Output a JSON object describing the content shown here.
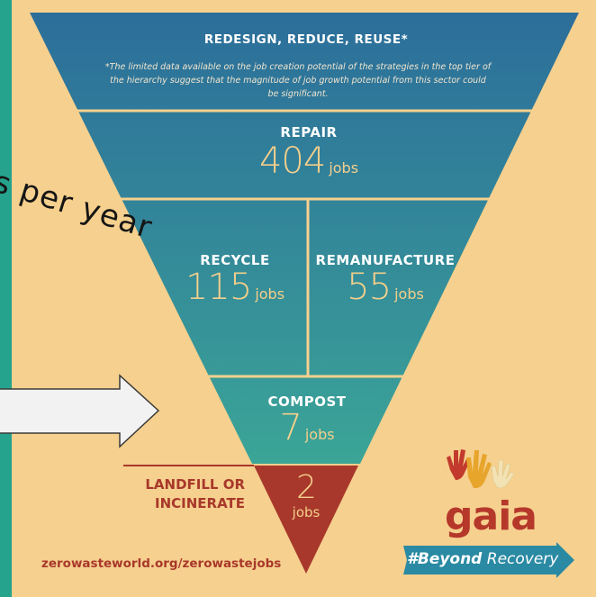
{
  "diagram": {
    "top": {
      "title": "REDESIGN, REDUCE, REUSE*",
      "note": "*The limited data available on the job creation potential of the strategies in the top tier of the hierarchy suggest  that the magnitude of job growth potential from this sector could be significant."
    },
    "repair": {
      "title": "REPAIR",
      "value": "404",
      "unit": "jobs"
    },
    "recycle": {
      "title": "RECYCLE",
      "value": "115",
      "unit": "jobs"
    },
    "remanufacture": {
      "title": "REMANUFACTURE",
      "value": "55",
      "unit": "jobs"
    },
    "compost": {
      "title": "COMPOST",
      "value": "7",
      "unit": "jobs"
    },
    "landfill": {
      "label": "LANDFILL OR\nINCINERATE",
      "value": "2",
      "unit": "jobs"
    }
  },
  "overlay_text": "s per year",
  "footer": {
    "url": "zerowasteworld.org/zerowastejobs",
    "logo_text": "gaia",
    "hashtag_bold": "#Beyond",
    "hashtag_rest": " Recovery"
  },
  "colors": {
    "background": "#f6d08e",
    "teal_dark": "#2c6e9a",
    "teal_light": "#3a9f96",
    "accent_red": "#a8382b",
    "number_gold": "#f4cf8b"
  }
}
